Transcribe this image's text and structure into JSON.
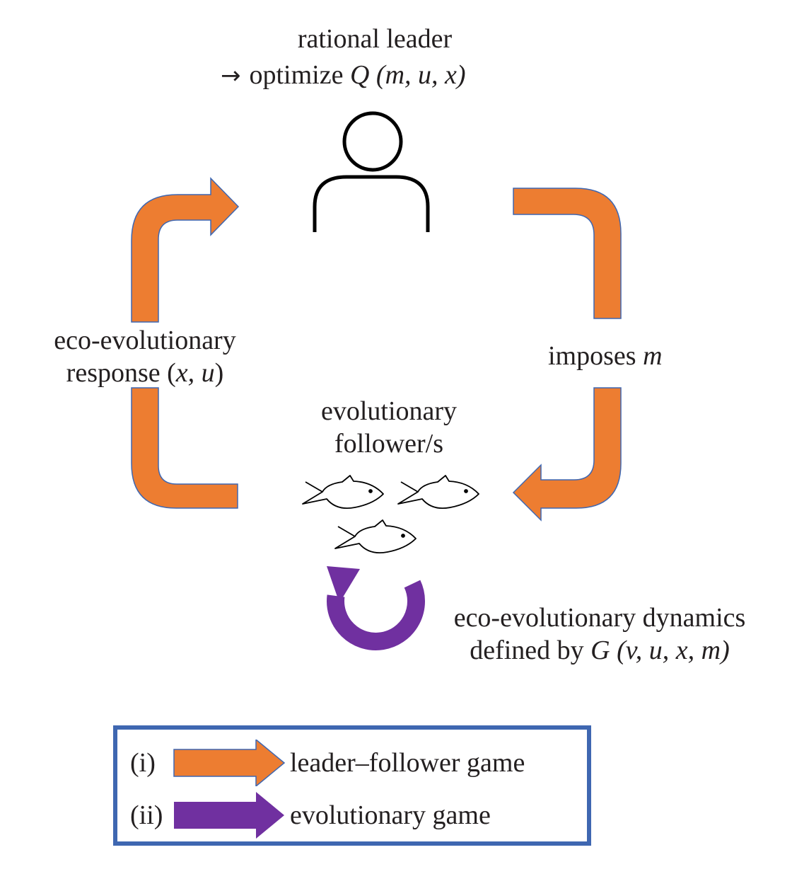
{
  "leader": {
    "title": "rational leader",
    "arrow_glyph": "→",
    "objective_prefix": "optimize ",
    "objective_symbol": "Q",
    "objective_args": " (m, u, x)"
  },
  "left_label": {
    "line1": "eco-evolutionary",
    "line2_prefix": "response (",
    "line2_args": "x, u",
    "line2_suffix": ")"
  },
  "right_label": {
    "prefix": "imposes ",
    "symbol": "m"
  },
  "followers": {
    "line1": "evolutionary",
    "line2": "follower/s"
  },
  "dynamics": {
    "line1": "eco-evolutionary dynamics",
    "line2_prefix": "defined by ",
    "line2_symbol": "G",
    "line2_args": " (v, u, x, m)"
  },
  "legend": {
    "items": [
      {
        "tag": "(i)",
        "label": "leader–follower game",
        "color": "#ed7d31"
      },
      {
        "tag": "(ii)",
        "label": "evolutionary game",
        "color": "#7030a0"
      }
    ]
  },
  "colors": {
    "orange": "#ed7d31",
    "orange_stroke": "#3f67b1",
    "purple": "#7030a0",
    "legend_border": "#3f67b1"
  },
  "icons": [
    "person-icon",
    "fish-icon",
    "cycle-arrow-icon"
  ]
}
